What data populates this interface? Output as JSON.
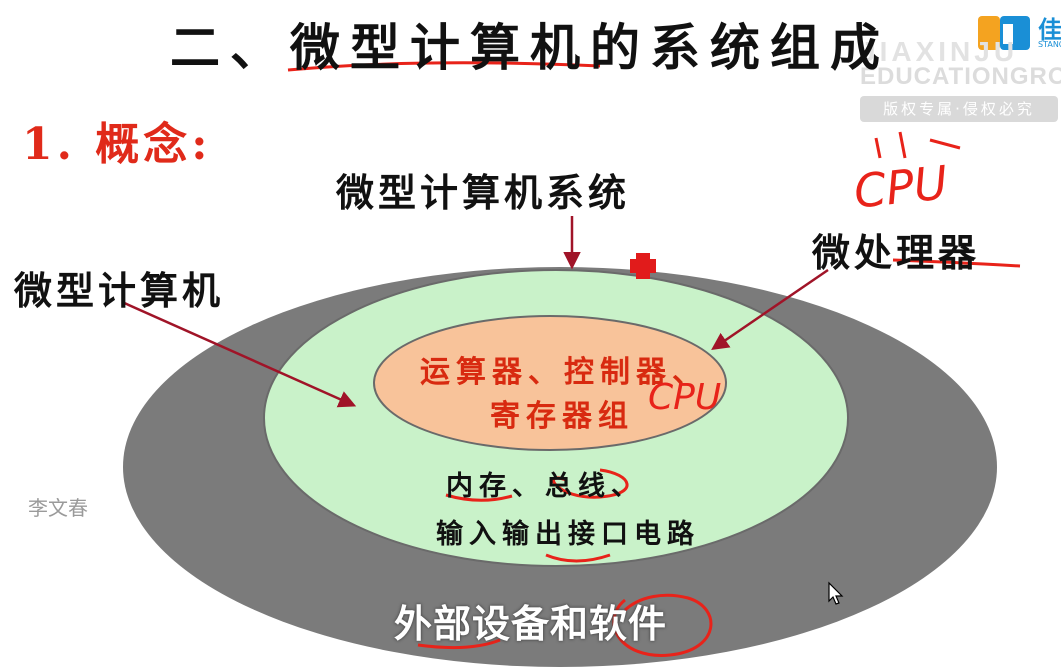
{
  "title": "二、微型计算机的系统组成",
  "section": "1. 概念:",
  "diagram": {
    "outer_label": "微型计算机系统",
    "middle_label": "微型计算机",
    "cpu_label": "微处理器",
    "inner_line1": "运算器、控制器、",
    "inner_line2": "寄存器组",
    "mem_line1": "内存、总线、",
    "mem_line2": "输入输出接口电路",
    "outer_text": "外部设备和软件"
  },
  "annotations": {
    "cpu_handwritten": "CPU",
    "cpu_inline": "CPU"
  },
  "watermark": {
    "author": "李文春",
    "logo_line1": "JIAXINJU",
    "logo_line2": "EDUCATIONGROUP",
    "copyright": "版权专属·侵权必究",
    "brand": "佳",
    "brand_small": "STANO"
  },
  "colors": {
    "outer_ring": "#7b7b7b",
    "middle_ring": "#c9f2c9",
    "inner_core": "#f8c39a",
    "accent_red": "#e02a1a",
    "arrow": "#a01428"
  },
  "icons": [
    "mouse-cursor-icon",
    "red-plus-icon",
    "logo-icon"
  ]
}
